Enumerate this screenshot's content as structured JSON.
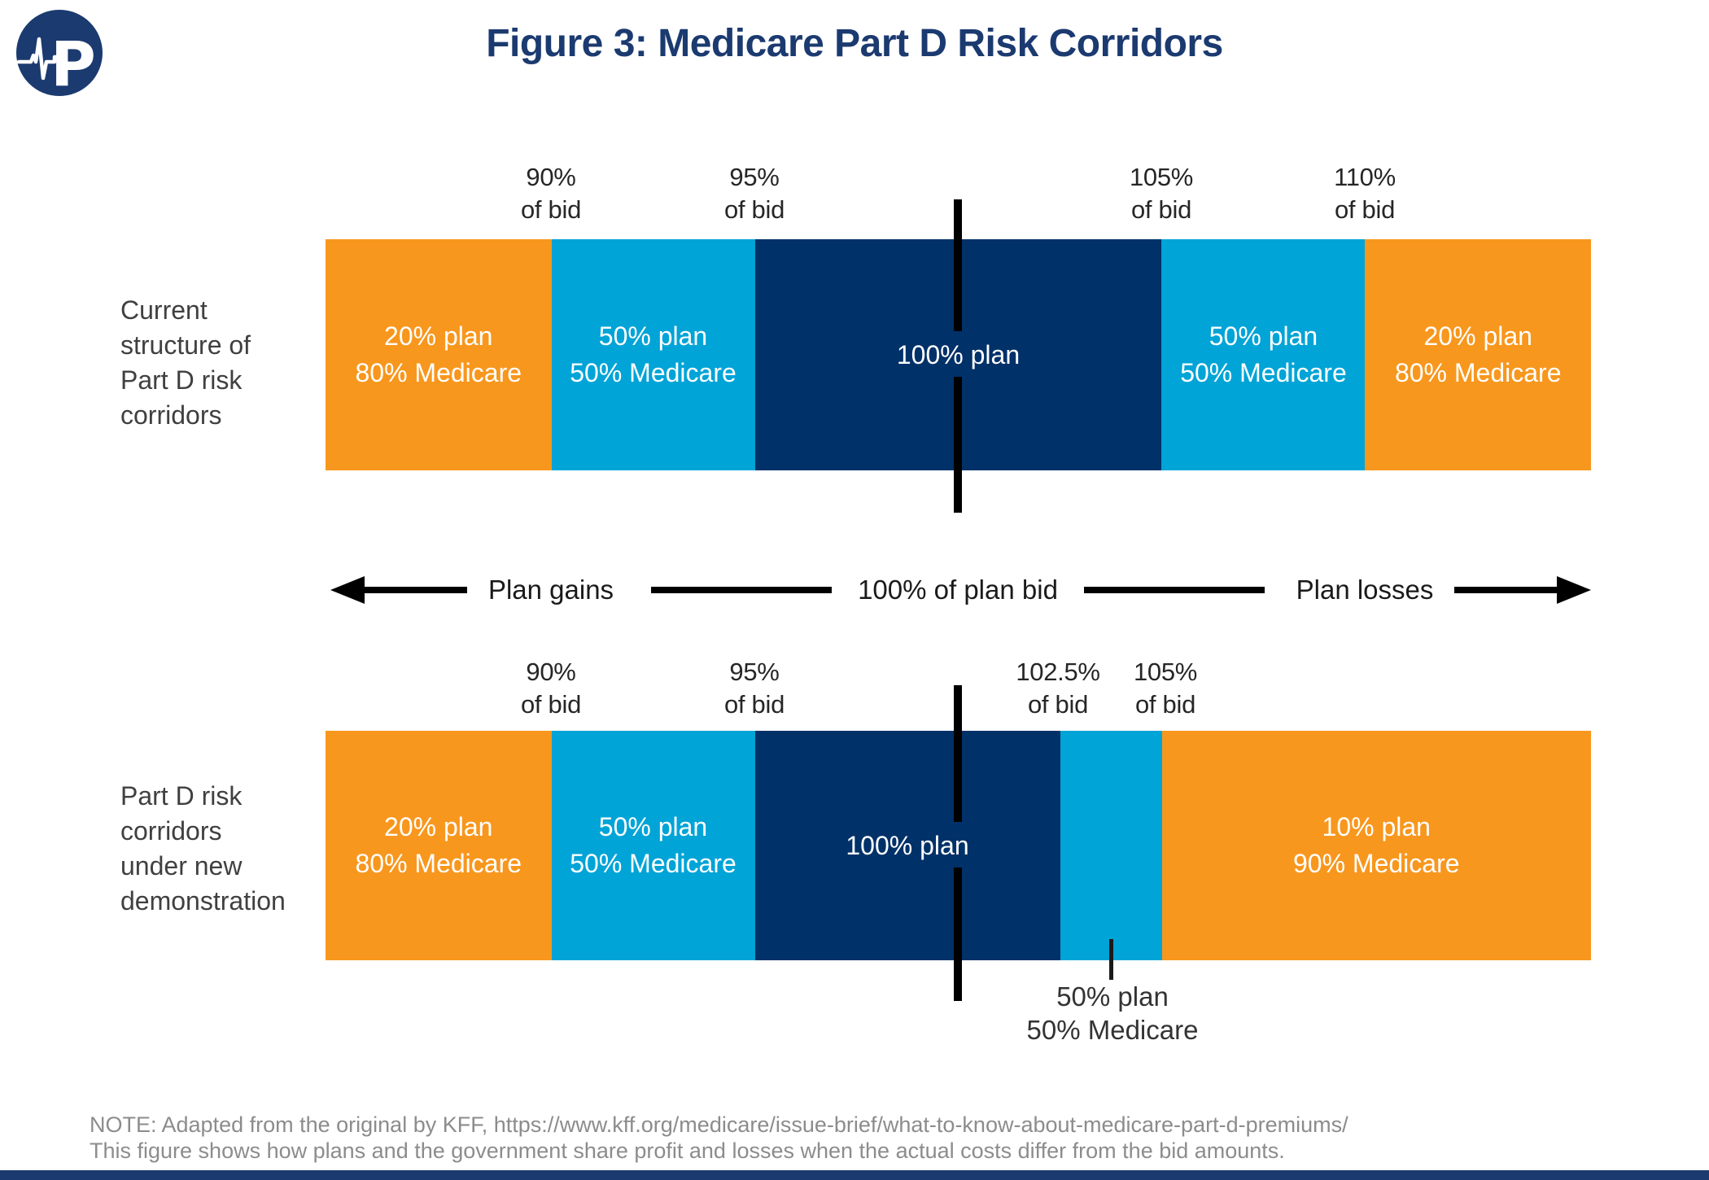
{
  "header": {
    "title": "Figure 3: Medicare Part D Risk Corridors"
  },
  "logo": {
    "icon": "pulse-p-logo",
    "letter": "P"
  },
  "axis_row": {
    "gains": "Plan gains",
    "center": "100% of plan bid",
    "losses": "Plan losses"
  },
  "note": {
    "line1": "NOTE: Adapted from the original by KFF, https://www.kff.org/medicare/issue-brief/what-to-know-about-medicare-part-d-premiums/",
    "line2": "This figure shows how plans and the government share profit and losses when the actual costs differ from the bid amounts."
  },
  "colors": {
    "orange": "#F8971D",
    "light_blue": "#00A4D7",
    "navy": "#003168",
    "brand_navy": "#1B3A70",
    "line_black": "#000000",
    "note_gray": "#8C8C8C"
  },
  "chart_data": [
    {
      "type": "bar",
      "title": "Current structure of Part D risk corridors",
      "side_label": "Current\nstructure of\nPart D risk\ncorridors",
      "x_unit": "% of plan bid",
      "center_value": 100,
      "ticks": [
        {
          "value": 90,
          "label": "90%\nof bid"
        },
        {
          "value": 95,
          "label": "95%\nof bid"
        },
        {
          "value": 105,
          "label": "105%\nof bid"
        },
        {
          "value": 110,
          "label": "110%\nof bid"
        }
      ],
      "segments": [
        {
          "from": null,
          "to": 90,
          "plan_share": 20,
          "medicare_share": 80,
          "color": "#F8971D",
          "label": "20% plan\n80% Medicare"
        },
        {
          "from": 90,
          "to": 95,
          "plan_share": 50,
          "medicare_share": 50,
          "color": "#00A4D7",
          "label": "50% plan\n50% Medicare"
        },
        {
          "from": 95,
          "to": 105,
          "plan_share": 100,
          "medicare_share": 0,
          "color": "#003168",
          "label": "100% plan"
        },
        {
          "from": 105,
          "to": 110,
          "plan_share": 50,
          "medicare_share": 50,
          "color": "#00A4D7",
          "label": "50% plan\n50% Medicare"
        },
        {
          "from": 110,
          "to": null,
          "plan_share": 20,
          "medicare_share": 80,
          "color": "#F8971D",
          "label": "20% plan\n80% Medicare"
        }
      ]
    },
    {
      "type": "bar",
      "title": "Part D risk corridors under new demonstration",
      "side_label": "Part D risk\ncorridors\nunder new\ndemonstration",
      "x_unit": "% of plan bid",
      "center_value": 100,
      "ticks": [
        {
          "value": 90,
          "label": "90%\nof bid"
        },
        {
          "value": 95,
          "label": "95%\nof bid"
        },
        {
          "value": 102.5,
          "label": "102.5%\nof bid"
        },
        {
          "value": 105,
          "label": "105%\nof bid"
        }
      ],
      "segments": [
        {
          "from": null,
          "to": 90,
          "plan_share": 20,
          "medicare_share": 80,
          "color": "#F8971D",
          "label": "20% plan\n80% Medicare"
        },
        {
          "from": 90,
          "to": 95,
          "plan_share": 50,
          "medicare_share": 50,
          "color": "#00A4D7",
          "label": "50% plan\n50% Medicare"
        },
        {
          "from": 95,
          "to": 102.5,
          "plan_share": 100,
          "medicare_share": 0,
          "color": "#003168",
          "label": "100% plan"
        },
        {
          "from": 102.5,
          "to": 105,
          "plan_share": 50,
          "medicare_share": 50,
          "color": "#00A4D7",
          "label": "50% plan\n50% Medicare",
          "label_below": true
        },
        {
          "from": 105,
          "to": null,
          "plan_share": 10,
          "medicare_share": 90,
          "color": "#F8971D",
          "label": "10% plan\n90% Medicare"
        }
      ]
    }
  ]
}
